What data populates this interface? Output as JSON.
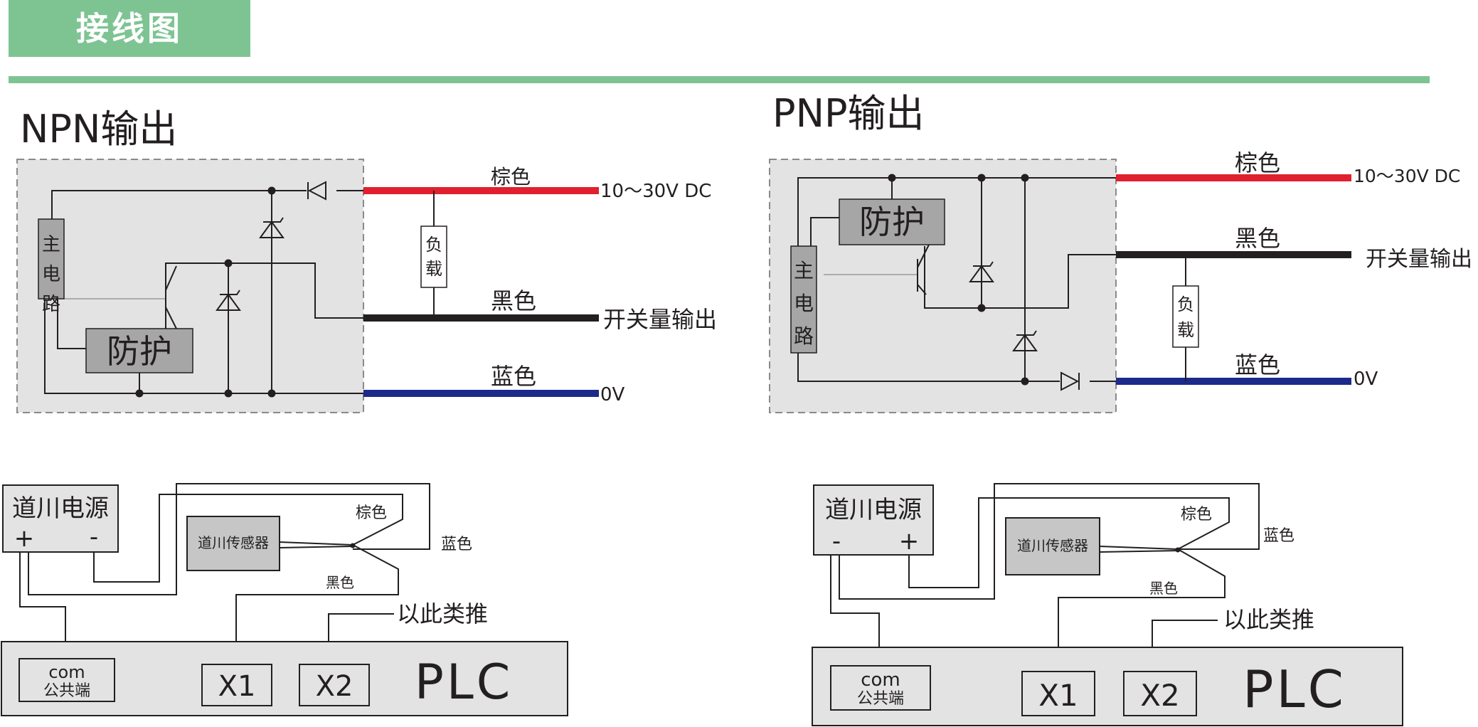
{
  "header": {
    "title": "接线图"
  },
  "npn": {
    "title": "NPN输出",
    "main_circuit": [
      "主",
      "电",
      "路"
    ],
    "protection": "防护",
    "load": [
      "负",
      "载"
    ],
    "wires": {
      "brown": "棕色",
      "black": "黑色",
      "blue": "蓝色"
    },
    "voltage": "10～30V DC",
    "switch_output": "开关量输出",
    "zero_volt": "0V"
  },
  "pnp": {
    "title": "PNP输出",
    "main_circuit": [
      "主",
      "电",
      "路"
    ],
    "protection": "防护",
    "load": [
      "负",
      "载"
    ],
    "wires": {
      "brown": "棕色",
      "black": "黑色",
      "blue": "蓝色"
    },
    "voltage": "10～30V DC",
    "switch_output": "开关量输出",
    "zero_volt": "0V"
  },
  "plc_left": {
    "power_supply": "道川电源",
    "terminal_1": "+",
    "terminal_2": "-",
    "sensor": "道川传感器",
    "brown": "棕色",
    "blue": "蓝色",
    "black": "黑色",
    "and_so_on": "以此类推",
    "com": "com",
    "common": "公共端",
    "x1": "X1",
    "x2": "X2",
    "plc": "PLC"
  },
  "plc_right": {
    "power_supply": "道川电源",
    "terminal_1": "-",
    "terminal_2": "+",
    "sensor": "道川传感器",
    "brown": "棕色",
    "blue": "蓝色",
    "black": "黑色",
    "and_so_on": "以此类推",
    "com": "com",
    "common": "公共端",
    "x1": "X1",
    "x2": "X2",
    "plc": "PLC"
  },
  "colors": {
    "accent_green": "#7ec493",
    "brown_wire": "#e0202e",
    "black_wire": "#231f20",
    "blue_wire": "#1c2a8a",
    "panel_gray": "#e3e3e3",
    "block_gray": "#a6a6a6"
  }
}
